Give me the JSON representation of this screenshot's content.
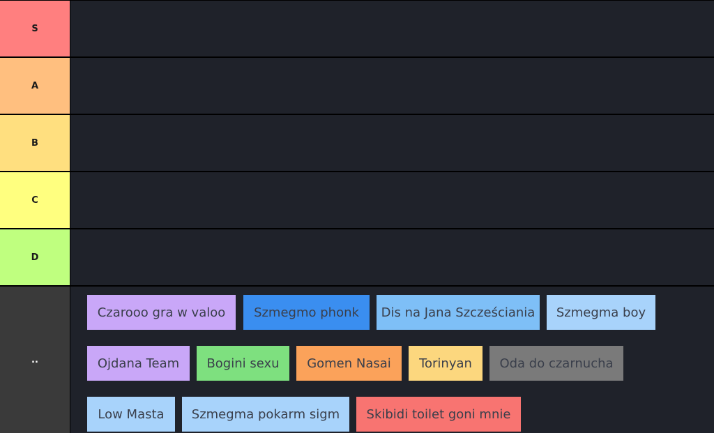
{
  "tiers": [
    {
      "id": "s",
      "label": "S",
      "color": "#ff7f7f"
    },
    {
      "id": "a",
      "label": "A",
      "color": "#ffbf7f"
    },
    {
      "id": "b",
      "label": "B",
      "color": "#ffdf7f"
    },
    {
      "id": "c",
      "label": "C",
      "color": "#ffff7f"
    },
    {
      "id": "d",
      "label": "D",
      "color": "#bfff7f"
    }
  ],
  "pool": {
    "label": "..",
    "items": [
      {
        "name": "Czarooo gra w valoo",
        "color": "#c9a7f8"
      },
      {
        "name": "Szmegmo phonk",
        "color": "#3a8ef0"
      },
      {
        "name": "Dis na Jana Szcześciania",
        "color": "#7ebff7"
      },
      {
        "name": "Szmegma boy",
        "color": "#a8d3fb"
      },
      {
        "name": "Ojdana Team",
        "color": "#c9a7f8"
      },
      {
        "name": "Bogini sexu",
        "color": "#7ee07f"
      },
      {
        "name": "Gomen Nasai",
        "color": "#fba25a"
      },
      {
        "name": "Torinyan",
        "color": "#fcd77e"
      },
      {
        "name": "Oda do czarnucha",
        "color": "#7a7a7a"
      },
      {
        "name": "Low Masta",
        "color": "#a8d3fb"
      },
      {
        "name": "Szmegma pokarm sigm",
        "color": "#a8d3fb"
      },
      {
        "name": "Skibidi toilet goni mnie",
        "color": "#f87471"
      }
    ]
  }
}
